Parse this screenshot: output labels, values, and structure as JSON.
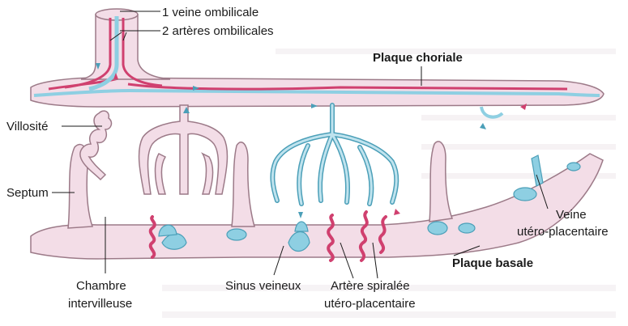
{
  "labels": {
    "veine_ombilicale": "1 veine ombilicale",
    "arteres_ombilicales": "2 artères ombilicales",
    "plaque_choriale": "Plaque choriale",
    "villosite": "Villosité",
    "septum": "Septum",
    "veine_utero_1": "Veine",
    "veine_utero_2": "utéro-placentaire",
    "plaque_basale": "Plaque basale",
    "chambre_1": "Chambre",
    "chambre_2": "intervilleuse",
    "sinus_veineux": "Sinus veineux",
    "artere_spiralee_1": "Artère spiralée",
    "artere_spiralee_2": "utéro-placentaire"
  },
  "colors": {
    "tissue": "#f3dde7",
    "tissue_stroke": "#9c7a88",
    "arterial": "#d0406f",
    "venous": "#8ecfe2",
    "venous_stroke": "#4b9fb8",
    "background_text": "#ece6ea"
  }
}
